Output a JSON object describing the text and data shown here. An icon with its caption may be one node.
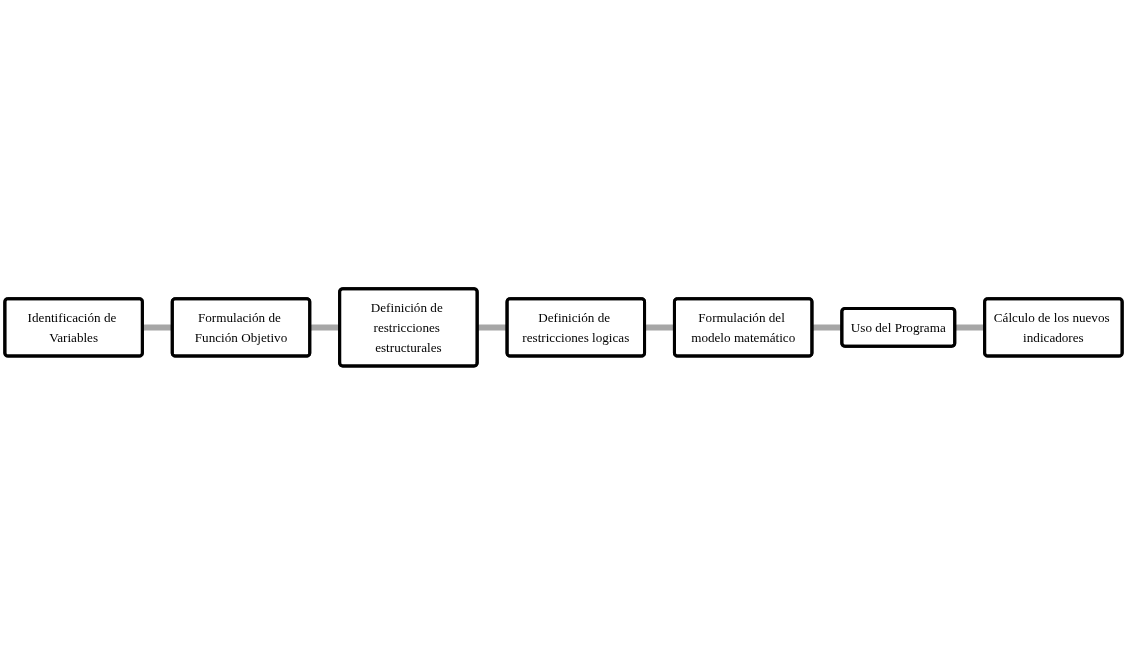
{
  "diagram": {
    "nodes": [
      {
        "text": [
          "Identificación de Variables"
        ]
      },
      {
        "text": [
          "Formulación de Función Objetivo"
        ]
      },
      {
        "text": [
          "Definición de restricciones estructurales"
        ]
      },
      {
        "text": [
          "Definición de restricciones logicas"
        ]
      },
      {
        "text": [
          "Formulación del modelo matemático"
        ]
      },
      {
        "text": [
          "Uso del Programa"
        ]
      },
      {
        "text": [
          "Cálculo de los nuevos indicadores"
        ]
      }
    ],
    "edges": [
      {
        "from": 0,
        "to": 1,
        "arrow": "none"
      },
      {
        "from": 1,
        "to": 2,
        "arrow": "none"
      },
      {
        "from": 2,
        "to": 3,
        "arrow": "none"
      },
      {
        "from": 3,
        "to": 4,
        "arrow": "none"
      },
      {
        "from": 4,
        "to": 5,
        "arrow": "none"
      },
      {
        "from": 5,
        "to": 6,
        "arrow": "none"
      }
    ]
  }
}
